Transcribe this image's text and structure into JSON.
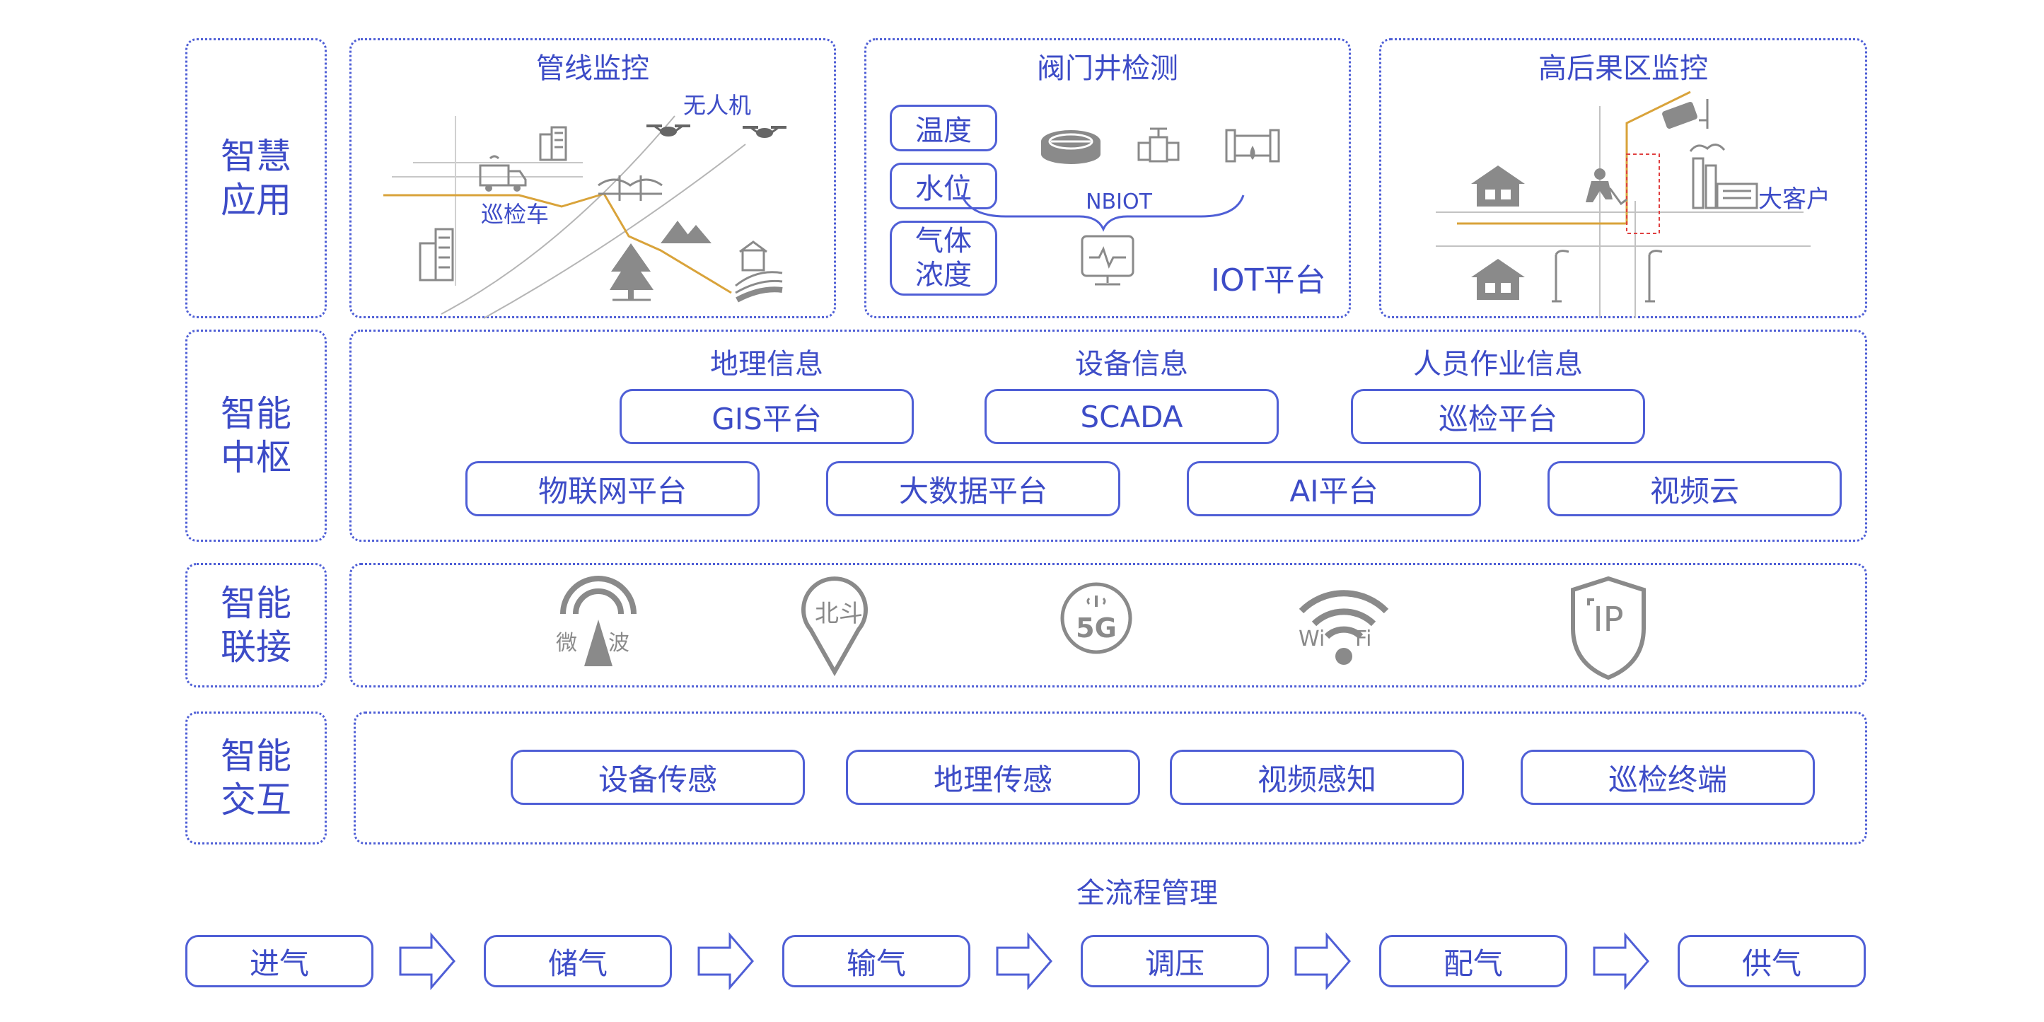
{
  "tiers": {
    "app": {
      "line1": "智慧",
      "line2": "应用"
    },
    "hub": {
      "line1": "智能",
      "line2": "中枢"
    },
    "conn": {
      "line1": "智能",
      "line2": "联接"
    },
    "inter": {
      "line1": "智能",
      "line2": "交互"
    }
  },
  "application": {
    "pipeline": {
      "title": "管线监控",
      "drone": "无人机",
      "patrol_car": "巡检车"
    },
    "valve": {
      "title": "阀门井检测",
      "sensors": [
        "温度",
        "水位",
        "气体\n浓度"
      ],
      "nbiot": "NBIOT",
      "iot": "IOT平台"
    },
    "area": {
      "title": "高后果区监控",
      "customer": "大客户"
    }
  },
  "hub": {
    "headers": [
      "地理信息",
      "设备信息",
      "人员作业信息"
    ],
    "row1": [
      "GIS平台",
      "SCADA",
      "巡检平台"
    ],
    "row2": [
      "物联网平台",
      "大数据平台",
      "AI平台",
      "视频云"
    ]
  },
  "connect": {
    "microwave_left": "微",
    "microwave_right": "波",
    "beidou": "北斗",
    "fiveg": "5G",
    "wifi_left": "Wi",
    "wifi_right": "Fi",
    "ip": "IP"
  },
  "interact": {
    "items": [
      "设备传感",
      "地理传感",
      "视频感知",
      "巡检终端"
    ]
  },
  "process": {
    "title": "全流程管理",
    "steps": [
      "进气",
      "储气",
      "输气",
      "调压",
      "配气",
      "供气"
    ]
  },
  "colors": {
    "accent": "#3d4cc7",
    "border": "#4f5fd6",
    "icon_gray": "#8a8a8a",
    "pipe_orange": "#d9a33a"
  }
}
